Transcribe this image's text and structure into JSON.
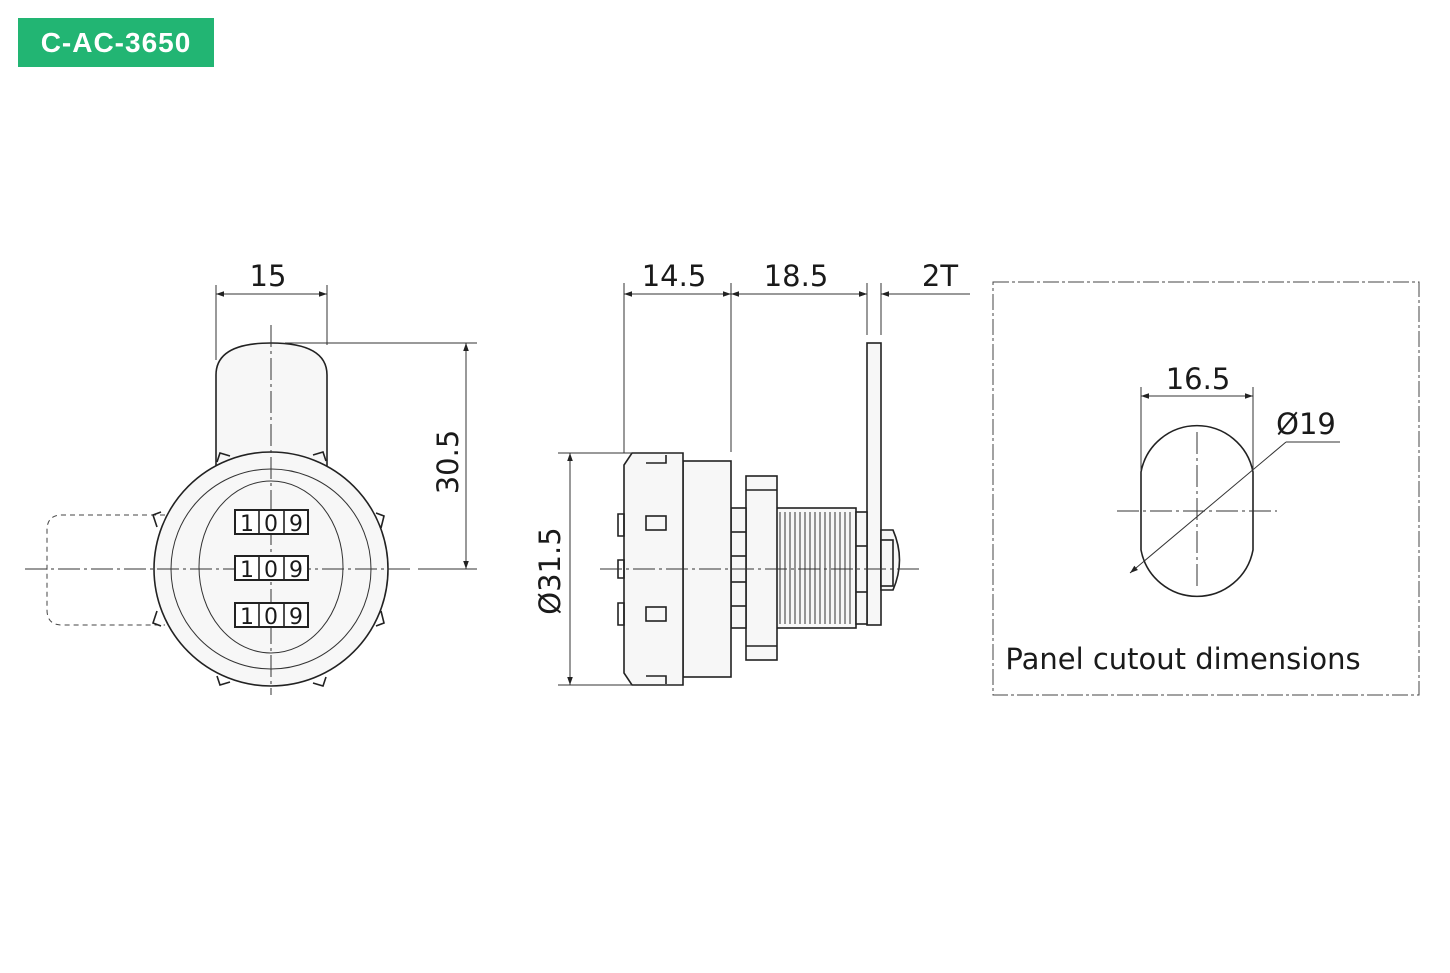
{
  "model_code": "C-AC-3650",
  "colors": {
    "badge_bg": "#22b573",
    "badge_text": "#ffffff",
    "line": "#222222"
  },
  "front_view": {
    "dim_width": "15",
    "dim_height": "30.5",
    "dials": [
      {
        "digits": [
          "1",
          "0",
          "9"
        ]
      },
      {
        "digits": [
          "1",
          "0",
          "9"
        ]
      },
      {
        "digits": [
          "1",
          "0",
          "9"
        ]
      }
    ]
  },
  "side_view": {
    "dim_dial_length": "14.5",
    "dim_body_length": "18.5",
    "dim_cam_thickness": "2T",
    "dim_diameter": "Ø31.5"
  },
  "cutout": {
    "dim_flat_width": "16.5",
    "dim_diameter": "Ø19",
    "caption": "Panel cutout dimensions"
  }
}
